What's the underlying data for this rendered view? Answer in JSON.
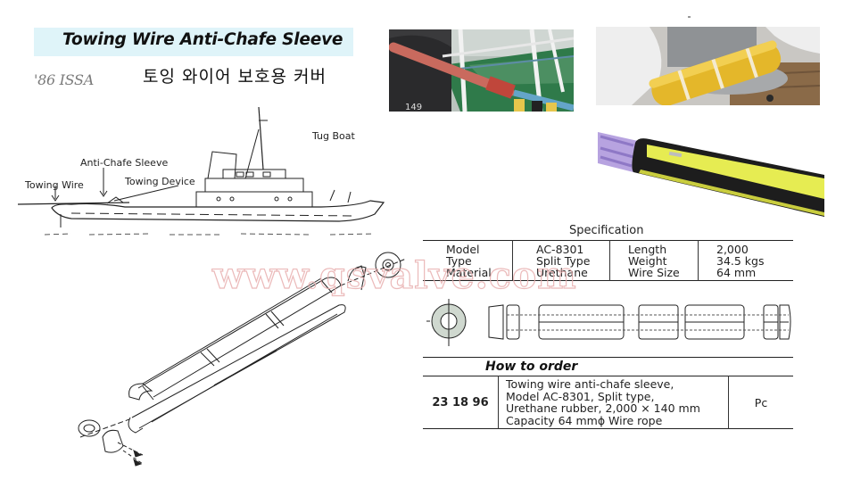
{
  "header": {
    "title": "Towing Wire Anti-Chafe Sleeve",
    "subtitle_korean": "토잉 와이어 보호용 커버",
    "issa_code": "'86 ISSA",
    "banner_color": "#dff4f9"
  },
  "diagram": {
    "labels": {
      "tug_boat": "Tug Boat",
      "anti_chafe_sleeve": "Anti-Chafe Sleeve",
      "towing_wire": "Towing Wire",
      "towing_device": "Towing Device"
    }
  },
  "photos": [
    {
      "name": "sleeve-on-deck-photo",
      "hull_text": "149"
    },
    {
      "name": "yellow-sleeve-on-rope-photo"
    },
    {
      "name": "yellow-black-sleeve-photo"
    }
  ],
  "specification": {
    "title": "Specification",
    "rows": [
      {
        "label1": "Model",
        "value1": "AC-8301",
        "label2": "Length",
        "value2": "2,000"
      },
      {
        "label1": "Type",
        "value1": "Split Type",
        "label2": "Weight",
        "value2": "34.5 kgs"
      },
      {
        "label1": "Material",
        "value1": "Urethane",
        "label2": "Wire Size",
        "value2": "64 mm"
      }
    ]
  },
  "how_to_order": {
    "title": "How to order",
    "code": "23 18 96",
    "description": [
      "Towing wire anti-chafe sleeve,",
      "Model AC-8301, Split type,",
      "Urethane rubber, 2,000 × 140 mm",
      "Capacity 64 mmϕ Wire rope"
    ],
    "unit": "Pc"
  },
  "watermark": "www.qsvalve.com"
}
